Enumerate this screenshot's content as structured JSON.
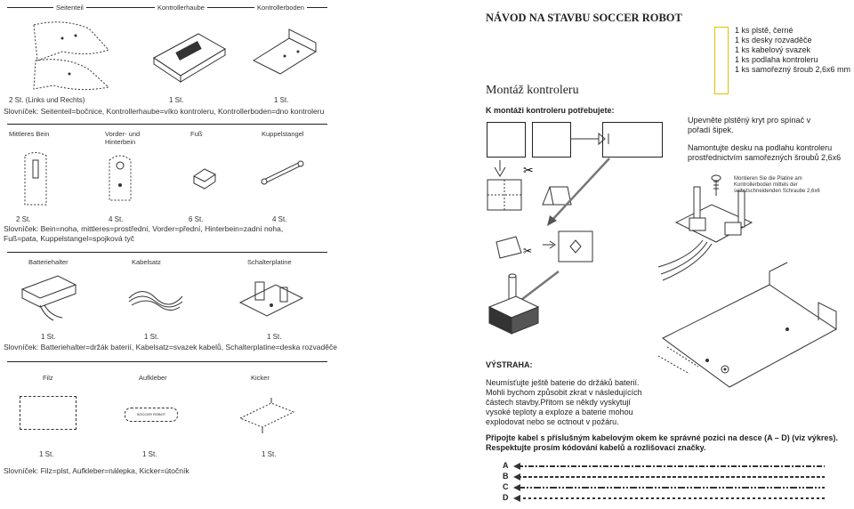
{
  "left": {
    "row1": {
      "labels": [
        "Seitenteil",
        "Kontrollerhaube",
        "Kontrollerboden"
      ],
      "quantities": [
        "2 St. (Links und Rechts)",
        "1 St.",
        "1 St."
      ],
      "caption": "Slovníček: Seitenteil=bočnice, Kontrollerhaube=víko kontroleru, Kontrollerboden=dno kontroleru"
    },
    "row2": {
      "labels": [
        "Mittleres Bein",
        "Vorder- und Hinterbein",
        "Fuß",
        "Kuppelstangel"
      ],
      "quantities": [
        "2 St.",
        "4 St.",
        "6 St.",
        "4 St."
      ],
      "caption": "Slovníček: Bein=noha, mittleres=prostřední, Vorder=přední, Hinterbein=zadní noha, Fuß=pata, Kuppelstangel=spojková tyč"
    },
    "row3": {
      "labels": [
        "Batteriehalter",
        "Kabelsatz",
        "Schalterplatine"
      ],
      "quantities": [
        "1 St.",
        "1 St.",
        "1 St."
      ],
      "caption": "Slovníček: Batteriehalter=držák baterií, Kabelsatz=svazek kabelů, Schalterplatine=deska rozvaděče"
    },
    "row4": {
      "labels": [
        "Filz",
        "Aufkleber",
        "Kicker"
      ],
      "quantities": [
        "1 St.",
        "1 St.",
        "1 St."
      ],
      "sticker_text": "SOCCER ROBOT",
      "caption": "Slovníček: Filz=plst, Aufkleber=nálepka, Kicker=útočník"
    }
  },
  "right": {
    "title": "NÁVOD NA STAVBU SOCCER ROBOT",
    "parts_list": [
      "1 ks plstě, černé",
      "1 ks desky rozvaděče",
      "1 ks kabelový svazek",
      "1 ks podlaha kontroleru",
      "1 ks samořezný šroub 2,6x6 mm"
    ],
    "section_title": "Montáž kontroleru",
    "needs_label": "K montáži kontroleru potřebujete:",
    "step1": "Upevněte plstěný kryt pro spínač v pořadí šipek.",
    "step2": "Namontujte desku na podlahu kontroleru prostřednictvím samořezných šroubů 2,6x6",
    "figure_text": [
      "Montieren Sie die Platine am",
      "Kontrollerboden mittels der",
      "selbstschneidenden Schraube 2,6x6"
    ],
    "warning_title": "VÝSTRAHA:",
    "warning_text": [
      "Neumísťujte ještě baterie do držáků baterií.",
      "Mohli bychom způsobit zkrat v následujících",
      "částech stavby.Přitom se někdy vyskytují",
      "vysoké teploty a exploze a baterie mohou",
      "explodovat nebo se octnout v požáru."
    ],
    "connect_text": [
      "Připojte kabel s příslušným kabelovým okem ke správné pozici na desce (A – D) (viz výkres).",
      "Respektujte prosím kódování kabelů a rozlišovací značky."
    ],
    "cable_letters": [
      "A",
      "B",
      "C",
      "D"
    ],
    "accent_color": "#f0d000"
  }
}
